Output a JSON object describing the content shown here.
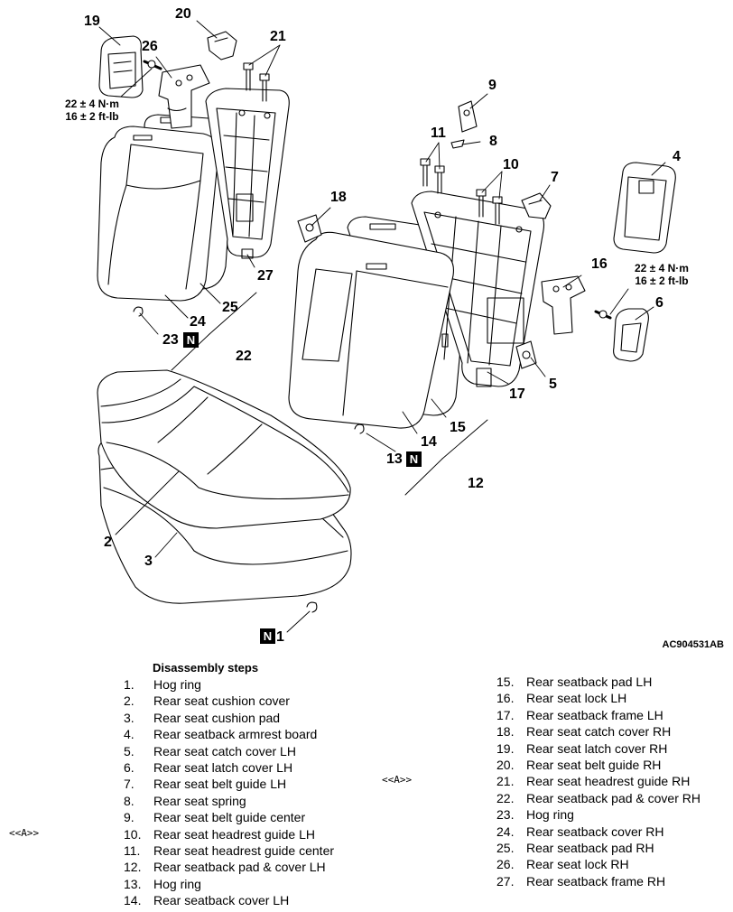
{
  "callouts": {
    "c1": "1",
    "c2": "2",
    "c3": "3",
    "c4": "4",
    "c5": "5",
    "c6": "6",
    "c7": "7",
    "c8": "8",
    "c9": "9",
    "c10": "10",
    "c11": "11",
    "c12": "12",
    "c13": "13",
    "c14": "14",
    "c15": "15",
    "c16": "16",
    "c17": "17",
    "c18": "18",
    "c19": "19",
    "c20": "20",
    "c21": "21",
    "c22": "22",
    "c23": "23",
    "c24": "24",
    "c25": "25",
    "c26": "26",
    "c27": "27"
  },
  "torque": {
    "left": {
      "nm": "22 ± 4 N·m",
      "ftlb": "16 ± 2 ft-lb"
    },
    "right": {
      "nm": "22 ± 4 N·m",
      "ftlb": "16 ± 2 ft-lb"
    }
  },
  "badge_letter": "N",
  "figure_code": "AC904531AB",
  "steps_title": "Disassembly steps",
  "steps": [
    {
      "num": "1.",
      "text": "Hog ring"
    },
    {
      "num": "2.",
      "text": "Rear seat cushion cover"
    },
    {
      "num": "3.",
      "text": "Rear seat cushion pad"
    },
    {
      "num": "4.",
      "text": "Rear seatback armrest board"
    },
    {
      "num": "5.",
      "text": "Rear seat catch cover LH"
    },
    {
      "num": "6.",
      "text": "Rear seat latch cover LH"
    },
    {
      "num": "7.",
      "text": "Rear seat belt guide LH"
    },
    {
      "num": "8.",
      "text": "Rear seat spring"
    },
    {
      "num": "9.",
      "text": "Rear seat belt guide center"
    },
    {
      "num": "10.",
      "text": "Rear seat headrest guide LH"
    },
    {
      "num": "11.",
      "text": "Rear seat headrest guide center"
    },
    {
      "num": "12.",
      "text": "Rear seatback pad & cover LH"
    },
    {
      "num": "13.",
      "text": "Hog ring"
    },
    {
      "num": "14.",
      "text": "Rear seatback cover LH"
    },
    {
      "num": "15.",
      "text": "Rear seatback pad LH"
    },
    {
      "num": "16.",
      "text": "Rear seat lock LH"
    },
    {
      "num": "17.",
      "text": "Rear seatback frame LH"
    },
    {
      "num": "18.",
      "text": "Rear seat catch cover RH"
    },
    {
      "num": "19.",
      "text": "Rear seat latch cover RH"
    },
    {
      "num": "20.",
      "text": "Rear seat belt guide RH"
    },
    {
      "num": "21.",
      "text": "Rear seat headrest guide RH"
    },
    {
      "num": "22.",
      "text": "Rear seatback pad & cover RH"
    },
    {
      "num": "23.",
      "text": "Hog ring"
    },
    {
      "num": "24.",
      "text": "Rear seatback cover RH"
    },
    {
      "num": "25.",
      "text": "Rear seatback pad RH"
    },
    {
      "num": "26.",
      "text": "Rear seat lock RH"
    },
    {
      "num": "27.",
      "text": "Rear seatback frame RH"
    }
  ],
  "refs": {
    "a1": "<<A>>",
    "a2": "<<A>>"
  }
}
